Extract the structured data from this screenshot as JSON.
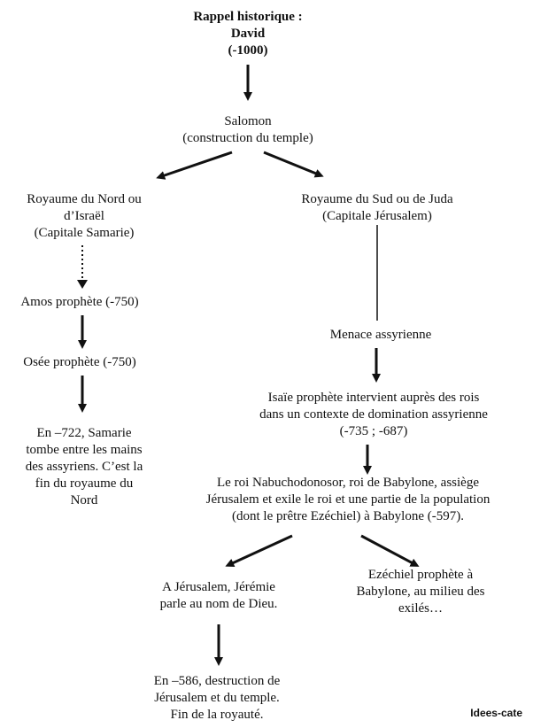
{
  "nodes": {
    "rappel": {
      "lines": [
        "Rappel historique :",
        "David",
        "(-1000)"
      ]
    },
    "salomon": {
      "lines": [
        "Salomon",
        "(construction du temple)"
      ]
    },
    "nord": {
      "lines": [
        "Royaume du Nord ou",
        "d’Israël",
        "(Capitale Samarie)"
      ]
    },
    "sud": {
      "lines": [
        "Royaume du Sud ou de Juda",
        "(Capitale Jérusalem)"
      ]
    },
    "amos": {
      "lines": [
        "Amos prophète (-750)"
      ]
    },
    "osee": {
      "lines": [
        "Osée prophète (-750)"
      ]
    },
    "fin_nord": {
      "lines": [
        "En –722, Samarie",
        "tombe entre les mains",
        "des assyriens. C’est la",
        "fin du royaume du",
        "Nord"
      ]
    },
    "menace": {
      "lines": [
        "Menace assyrienne"
      ]
    },
    "isaie": {
      "lines": [
        "Isaïe prophète intervient auprès des rois",
        "dans un contexte de domination assyrienne",
        "(-735 ; -687)"
      ]
    },
    "nabuchodonosor": {
      "lines": [
        "Le roi Nabuchodonosor, roi de Babylone, assiège",
        "Jérusalem et exile le roi et une partie de la population",
        "(dont le prêtre Ezéchiel) à Babylone (-597)."
      ]
    },
    "jeremie": {
      "lines": [
        "A Jérusalem, Jérémie",
        "parle au nom de Dieu."
      ]
    },
    "ezechiel": {
      "lines": [
        "Ezéchiel prophète à",
        "Babylone, au milieu des",
        "exilés…"
      ]
    },
    "destruction": {
      "lines": [
        "En –586, destruction de",
        "Jérusalem et du temple.",
        "Fin de la royauté."
      ]
    }
  },
  "watermark": "Idees-cate"
}
